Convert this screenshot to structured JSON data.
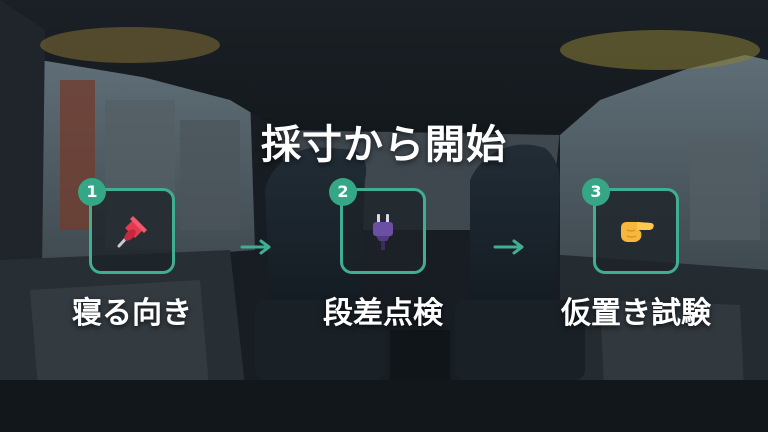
{
  "title": "採寸から開始",
  "steps": [
    {
      "number": "1",
      "label": "寝る向き",
      "icon": "pushpin-icon"
    },
    {
      "number": "2",
      "label": "段差点検",
      "icon": "plug-icon"
    },
    {
      "number": "3",
      "label": "仮置き試験",
      "icon": "pointing-hand-icon"
    }
  ],
  "colors": {
    "accent": "#3fae93",
    "badge": "#35a786",
    "text": "#ffffff"
  }
}
